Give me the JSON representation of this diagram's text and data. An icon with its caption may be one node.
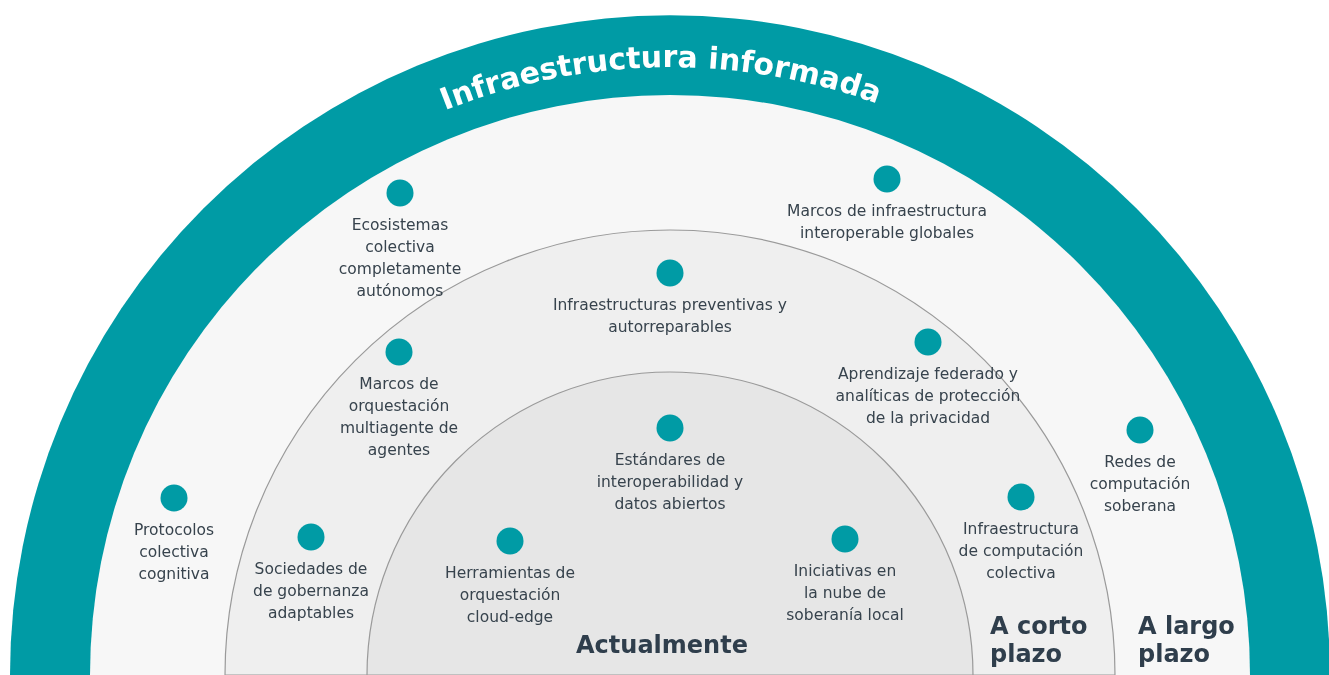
{
  "diagram": {
    "nodes": [
      {
        "text": [
          "Infraestructura informada"
        ]
      },
      {
        "text": [
          "A largo plazo"
        ],
        "in": 0
      },
      {
        "text": [
          "A corto plazo"
        ],
        "in": 1
      },
      {
        "text": [
          "Actualmente"
        ],
        "in": 2
      },
      {
        "text": [
          "Ecosistemas colectiva completamente autónomos"
        ],
        "in": 1
      },
      {
        "text": [
          "Marcos de infraestructura interoperable globales"
        ],
        "in": 1
      },
      {
        "text": [
          "Protocolos colectiva cognitiva"
        ],
        "in": 1
      },
      {
        "text": [
          "Redes de computación soberana"
        ],
        "in": 1
      },
      {
        "text": [
          "Infraestructuras preventivas y autorreparables"
        ],
        "in": 2
      },
      {
        "text": [
          "Marcos de orquestación multiagente de agentes"
        ],
        "in": 2
      },
      {
        "text": [
          "Aprendizaje federado y analíticas de protección de la privacidad"
        ],
        "in": 2
      },
      {
        "text": [
          "Sociedades de de gobernanza adaptables"
        ],
        "in": 2
      },
      {
        "text": [
          "Infraestructura de computación colectiva"
        ],
        "in": 2
      },
      {
        "text": [
          "Estándares de interoperabilidad y datos abiertos"
        ],
        "in": 3
      },
      {
        "text": [
          "Herramientas de orquestación cloud-edge"
        ],
        "in": 3
      },
      {
        "text": [
          "Iniciativas en la nube de soberanía local"
        ],
        "in": 3
      }
    ]
  }
}
